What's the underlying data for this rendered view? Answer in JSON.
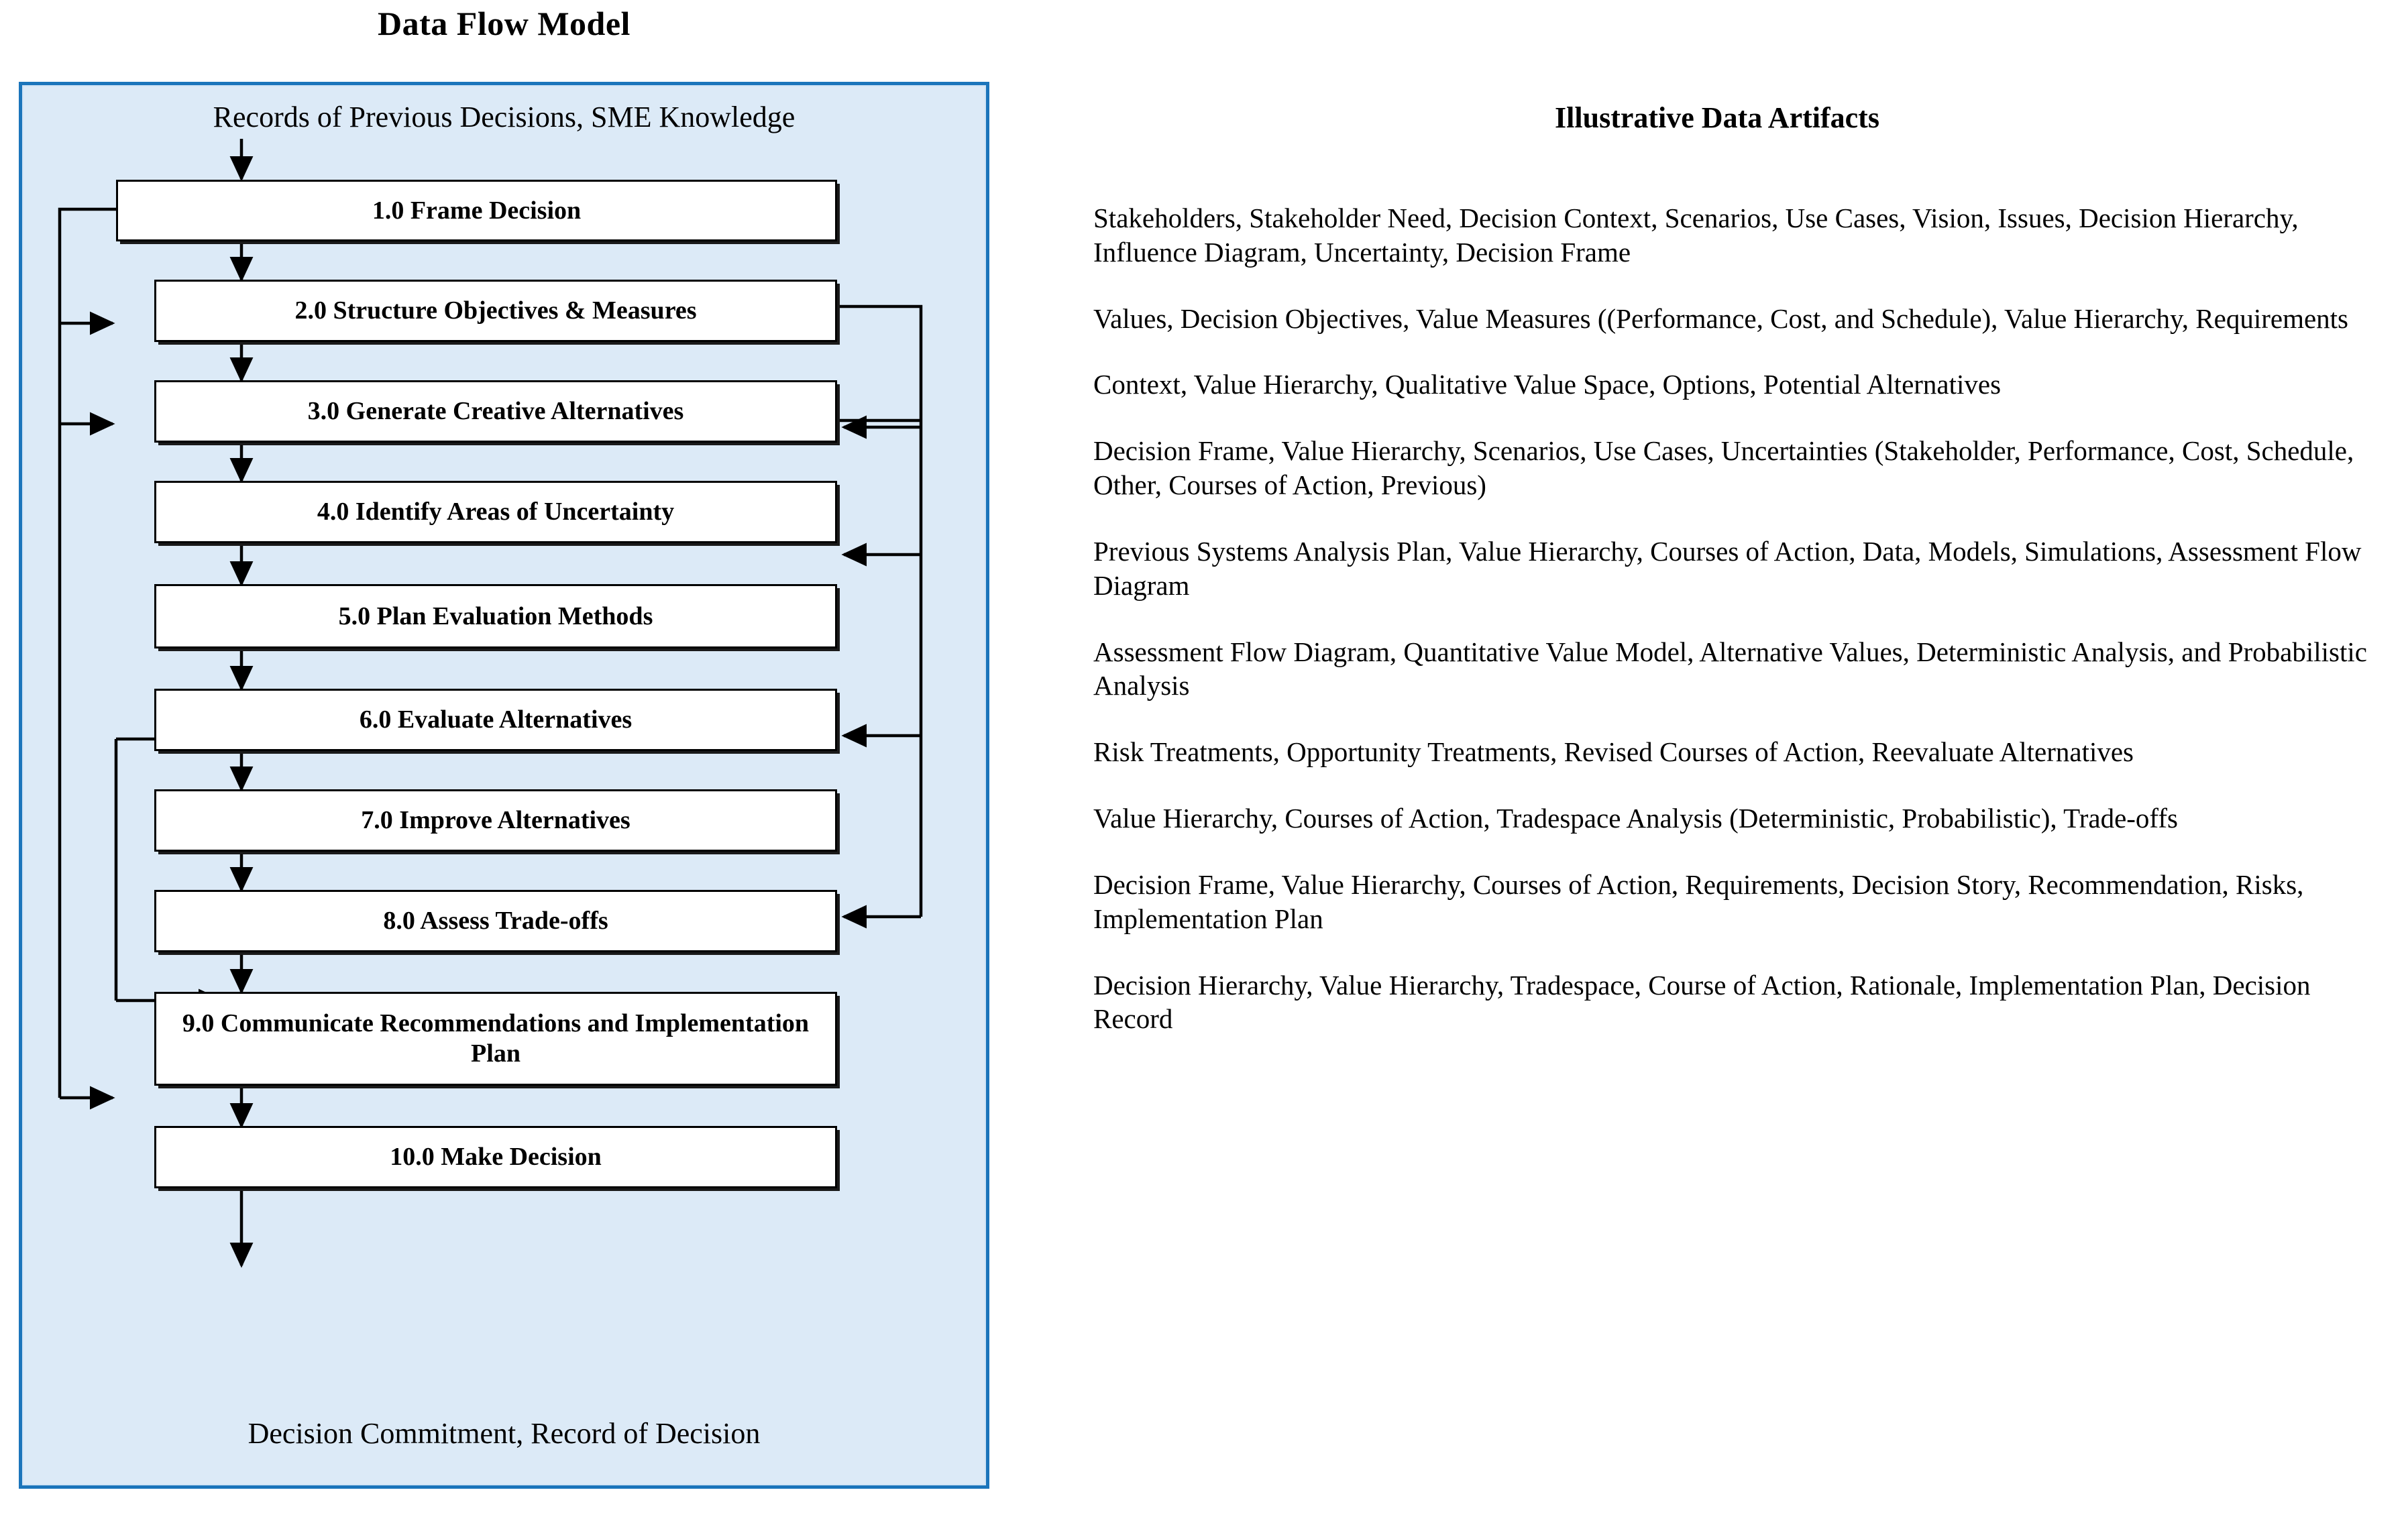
{
  "left_panel": {
    "title": "Data Flow Model",
    "input_label": "Records of Previous Decisions, SME Knowledge",
    "output_label": "Decision Commitment, Record of Decision",
    "panel_fill": "#DCEAF7",
    "panel_border": "#1B75BB",
    "process_steps": [
      {
        "id": "1.0",
        "label": "1.0 Frame Decision"
      },
      {
        "id": "2.0",
        "label": "2.0 Structure Objectives & Measures"
      },
      {
        "id": "3.0",
        "label": "3.0 Generate Creative Alternatives"
      },
      {
        "id": "4.0",
        "label": "4.0 Identify  Areas of Uncertainty"
      },
      {
        "id": "5.0",
        "label": "5.0 Plan Evaluation Methods"
      },
      {
        "id": "6.0",
        "label": "6.0 Evaluate Alternatives"
      },
      {
        "id": "7.0",
        "label": "7.0 Improve Alternatives"
      },
      {
        "id": "8.0",
        "label": "8.0 Assess Trade-offs"
      },
      {
        "id": "9.0",
        "label": "9.0 Communicate Recommendations\nand Implementation Plan"
      },
      {
        "id": "10.0",
        "label": "10.0 Make Decision"
      }
    ]
  },
  "right_panel": {
    "title": "Illustrative Data Artifacts",
    "artifacts": [
      "Stakeholders, Stakeholder Need, Decision Context, Scenarios, Use Cases, Vision, Issues, Decision Hierarchy, Influence Diagram, Uncertainty, Decision Frame",
      "Values, Decision Objectives, Value Measures ((Performance, Cost, and Schedule), Value Hierarchy, Requirements",
      "Context, Value Hierarchy, Qualitative Value Space, Options, Potential Alternatives",
      "Decision Frame, Value Hierarchy, Scenarios, Use Cases, Uncertainties (Stakeholder, Performance, Cost, Schedule, Other, Courses of Action, Previous)",
      "Previous Systems Analysis Plan, Value Hierarchy, Courses of Action, Data, Models, Simulations, Assessment Flow Diagram",
      "Assessment Flow Diagram, Quantitative Value Model, Alternative Values, Deterministic Analysis, and Probabilistic Analysis",
      "Risk Treatments, Opportunity Treatments, Revised Courses of Action, Reevaluate Alternatives",
      "Value Hierarchy, Courses of Action, Tradespace Analysis (Deterministic, Probabilistic), Trade-offs",
      "Decision Frame, Value Hierarchy, Courses of Action, Requirements, Decision Story, Recommendation, Risks,  Implementation Plan",
      "Decision Hierarchy, Value Hierarchy, Tradespace, Course of Action, Rationale, Implementation Plan, Decision Record"
    ]
  }
}
